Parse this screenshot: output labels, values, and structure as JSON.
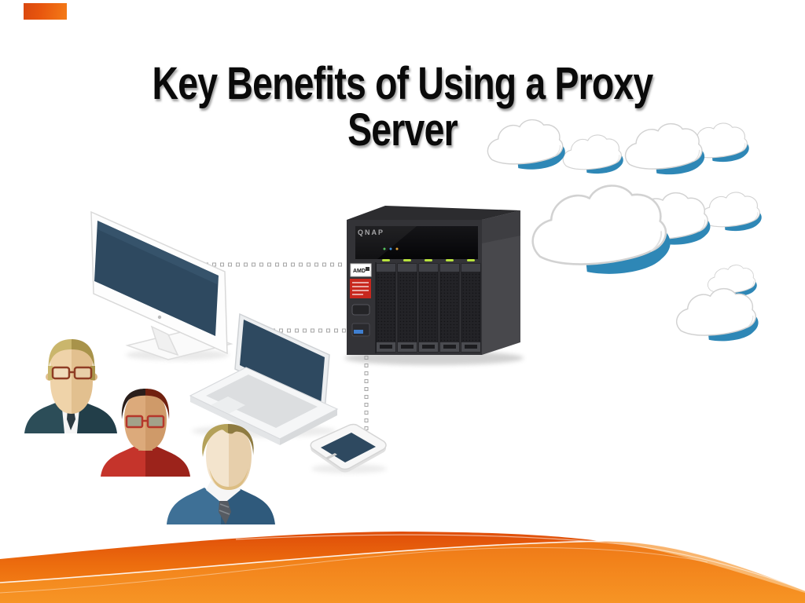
{
  "slide": {
    "title_lines": [
      "Key Benefits of Using a Proxy",
      "Server"
    ]
  },
  "illustration": {
    "server": {
      "brand": "QNAP",
      "cpu_sticker": "AMD",
      "drive_bays": 5
    },
    "devices": [
      "desktop-monitor",
      "laptop",
      "smartphone",
      "nas-server"
    ],
    "user_avatars": 3,
    "clouds": 9,
    "colors": {
      "screen_navy": "#2e4960",
      "cloud_blue": "#2e87b6",
      "wave_orange_dark": "#df4d09",
      "wave_orange_light": "#f68a1b",
      "corner_accent": "#e8560e"
    }
  }
}
